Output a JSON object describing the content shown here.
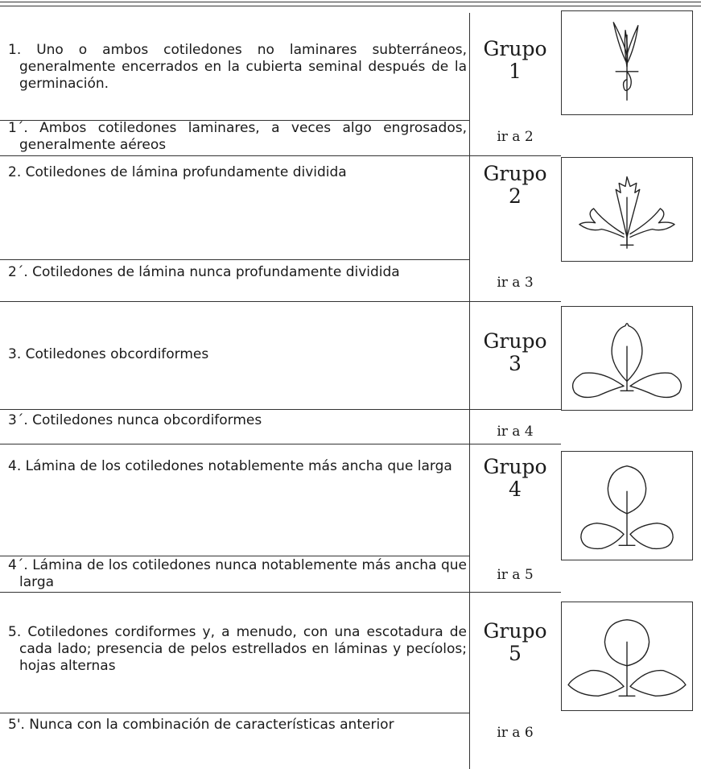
{
  "rows": [
    {
      "text": "1. Uno o ambos cotiledones no laminares subterráneos, generalmente encerrados en la cubierta seminal después de la germinación.",
      "result_word": "Grupo",
      "result_num": "1"
    },
    {
      "text": "1´. Ambos cotiledones laminares, a veces algo engrosados, generalmente aéreos",
      "result": "ir a 2"
    },
    {
      "text": "2. Cotiledones de lámina profundamente dividida",
      "result_word": "Grupo",
      "result_num": "2"
    },
    {
      "text": "2´. Cotiledones de lámina nunca profundamente dividida",
      "result": "ir a 3"
    },
    {
      "text": "3. Cotiledones obcordiformes",
      "result_word": "Grupo",
      "result_num": "3"
    },
    {
      "text": "3´. Cotiledones nunca obcordiformes",
      "result": "ir a 4"
    },
    {
      "text": "4. Lámina de los cotiledones notablemente más ancha que larga",
      "result_word": "Grupo",
      "result_num": "4"
    },
    {
      "text": "4´. Lámina de los cotiledones nunca notablemente más ancha que larga",
      "result": "ir a 5"
    },
    {
      "text": "5. Cotiledones cordiformes y, a menudo, con una escotadura de cada lado; presencia de pelos estrellados en láminas y pecíolos; hojas alternas",
      "result_word": "Grupo",
      "result_num": "5"
    },
    {
      "text": "5'. Nunca con la combinación de características anterior",
      "result": "ir a 6"
    }
  ],
  "illustrations": [
    {
      "icon": "seedling-monocot-icon"
    },
    {
      "icon": "seedling-divided-cotyledons-icon"
    },
    {
      "icon": "seedling-obcordate-cotyledons-icon"
    },
    {
      "icon": "seedling-wide-cotyledons-icon"
    },
    {
      "icon": "seedling-cordate-cotyledons-icon"
    }
  ]
}
